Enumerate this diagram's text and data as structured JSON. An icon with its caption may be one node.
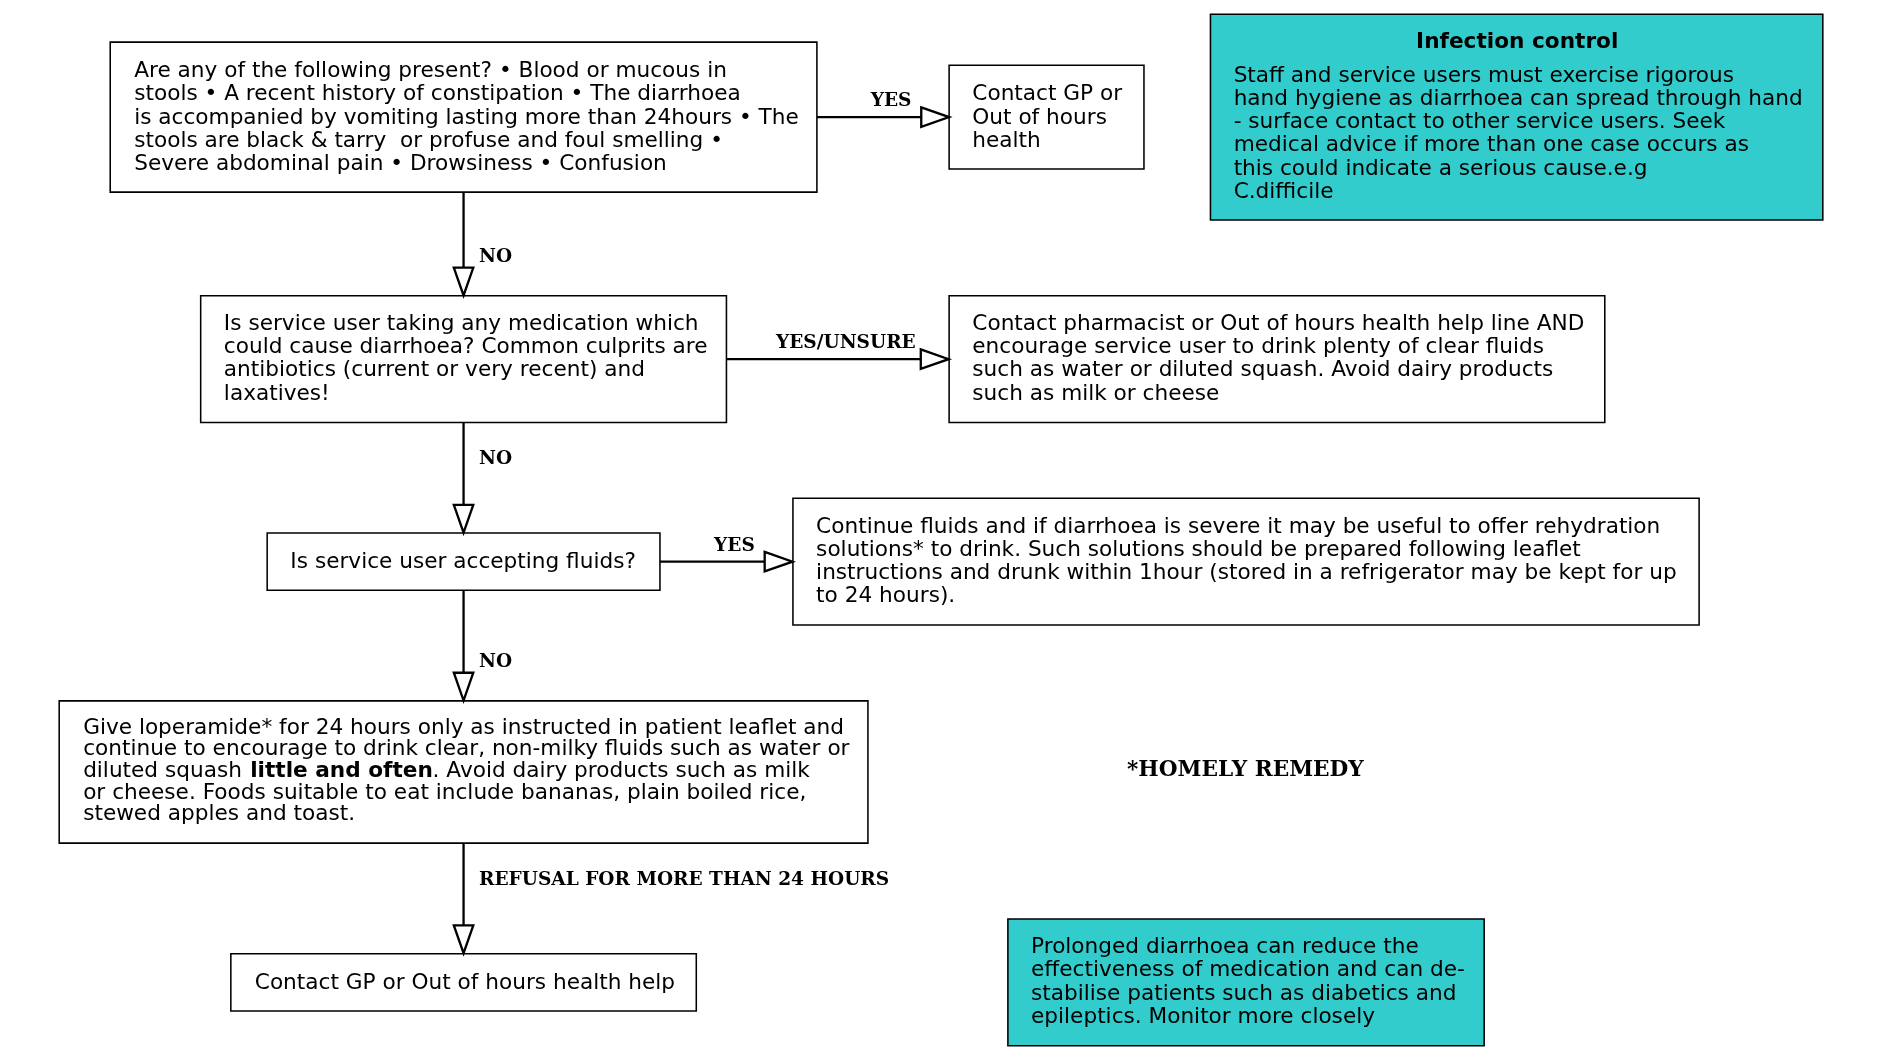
{
  "diagram": {
    "nodes": [
      {
        "text": [
          "Are any of the following present? • Blood or mucous in stools • A recent history of constipation • The diarrhoea is accompanied by vomiting lasting more than 24hours • The stools are black & tarry  or profuse and foul smelling • Severe abdominal pain • Drowsiness • Confusion"
        ]
      },
      {
        "text": [
          "Contact GP or Out of hours health"
        ]
      },
      {
        "text": [
          "Infection control",
          "Staff and service users must exercise rigorous hand hygiene as diarrhoea can spread through hand - surface contact to other service users. Seek medical advice if more than one case occurs as this could indicate a serious cause.e.g C.difficile"
        ]
      },
      {
        "text": [
          "Is service user taking any medication which could cause diarrhoea? Common culprits are antibiotics (current or very recent) and laxatives!"
        ]
      },
      {
        "text": [
          "Contact pharmacist or Out of hours health help line AND encourage service user to drink plenty of clear fluids such as water or diluted squash. Avoid dairy products such as milk or cheese"
        ]
      },
      {
        "text": [
          "Is service user accepting fluids?"
        ]
      },
      {
        "text": [
          "Continue fluids and if diarrhoea is severe it may be useful to offer rehydration solutions* to drink. Such solutions should be prepared following leaflet instructions and drunk within 1hour (stored in a refrigerator may be kept for up to 24 hours)."
        ]
      },
      {
        "text": [
          "Give loperamide* for 24 hours only as instructed in patient leaflet and continue to encourage to drink clear, non-milky fluids such as water or diluted squash **little and often**. Avoid dairy products such as milk or cheese. Foods suitable to eat include bananas, plain boiled rice, stewed apples and toast."
        ]
      },
      {
        "text": [
          "Contact GP or Out of hours health help"
        ]
      },
      {
        "text": [
          "Prolonged diarrhoea can reduce the effectiveness of medication and can de-stabilise patients such as diabetics and epileptics. Monitor more closely"
        ]
      }
    ],
    "edges": [
      {
        "from": 0,
        "to": 1,
        "arrow": "to",
        "label": "YES"
      },
      {
        "from": 0,
        "to": 3,
        "arrow": "to",
        "label": "NO"
      },
      {
        "from": 3,
        "to": 4,
        "arrow": "to",
        "label": "YES/UNSURE"
      },
      {
        "from": 3,
        "to": 5,
        "arrow": "to",
        "label": "NO"
      },
      {
        "from": 5,
        "to": 6,
        "arrow": "to",
        "label": "YES"
      },
      {
        "from": 5,
        "to": 7,
        "arrow": "to",
        "label": "NO"
      },
      {
        "from": 7,
        "to": 8,
        "arrow": "to",
        "label": "REFUSAL FOR MORE THAN 24 HOURS"
      }
    ],
    "labels": [
      "*HOMELY REMEDY"
    ]
  }
}
